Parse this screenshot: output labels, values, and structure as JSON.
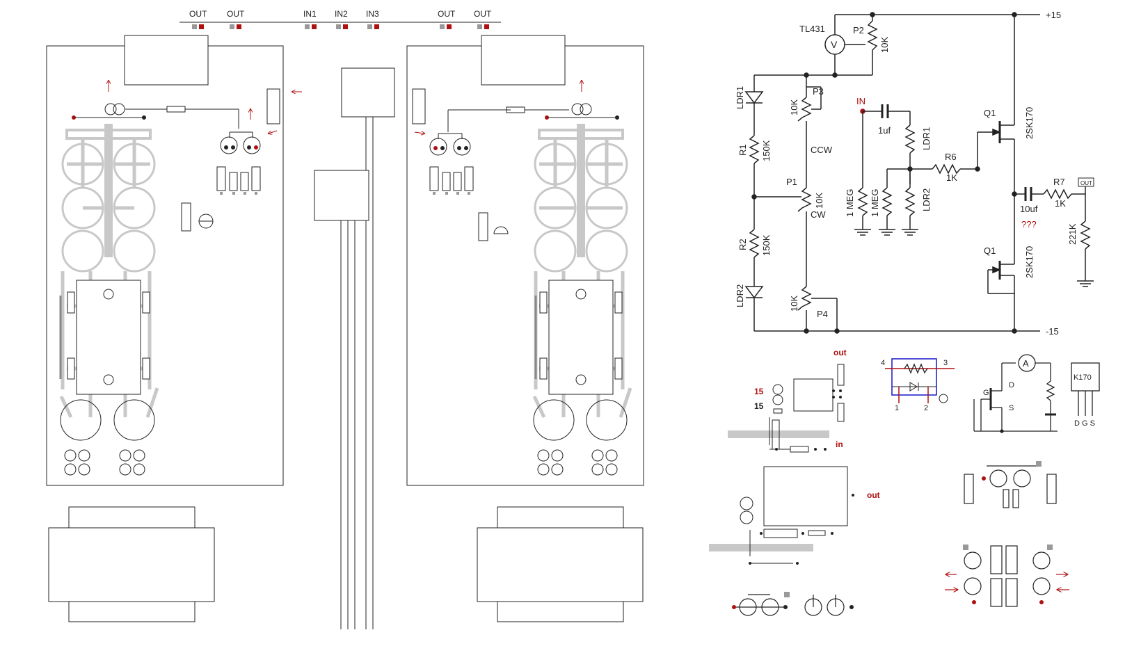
{
  "connectors": {
    "out_1": "OUT",
    "out_2": "OUT",
    "in_1": "IN1",
    "in_2": "IN2",
    "in_3": "IN3",
    "out_3": "OUT",
    "out_4": "OUT"
  },
  "schematic": {
    "v_plus": "+15",
    "v_minus": "-15",
    "tl431": "TL431",
    "p2": "P2",
    "p2_val": "10K",
    "p3": "P3",
    "p3_val": "10K",
    "ccw": "CCW",
    "p1": "P1",
    "p1_val": "10K",
    "cw": "CW",
    "p4": "P4",
    "p4_val": "10K",
    "ldr1_a": "LDR1",
    "r1": "R1",
    "r1_val": "150K",
    "r2": "R2",
    "r2_val": "150K",
    "ldr2_a": "LDR2",
    "in": "IN",
    "c1": "1uf",
    "ldr1_b": "LDR1",
    "ldr2_b": "LDR2",
    "meg1": "1 MEG",
    "meg2": "1 MEG",
    "r6": "R6",
    "r6_val": "1K",
    "q1_top": "Q1",
    "q1_top_part": "2SK170",
    "q1_bot": "Q1",
    "q1_bot_part": "2SK170",
    "c2": "10uf",
    "question": "???",
    "r7": "R7",
    "r7_val": "1K",
    "out_box": "OUT",
    "r_load": "221K",
    "volt_symbol": "V"
  },
  "details": {
    "out_label_1": "out",
    "v15_a": "15",
    "v15_b": "15",
    "in_label": "in",
    "pin4": "4",
    "pin3": "3",
    "pin1": "1",
    "pin2": "2",
    "amp_symbol": "A",
    "g": "G",
    "d": "D",
    "s": "S",
    "k170": "K170",
    "dgs": "D G S",
    "out_label_2": "out"
  },
  "colors": {
    "trace": "#c8c8c8",
    "ink": "#222222",
    "red_accent": "#b01010",
    "blue_part": "#1515c8"
  }
}
